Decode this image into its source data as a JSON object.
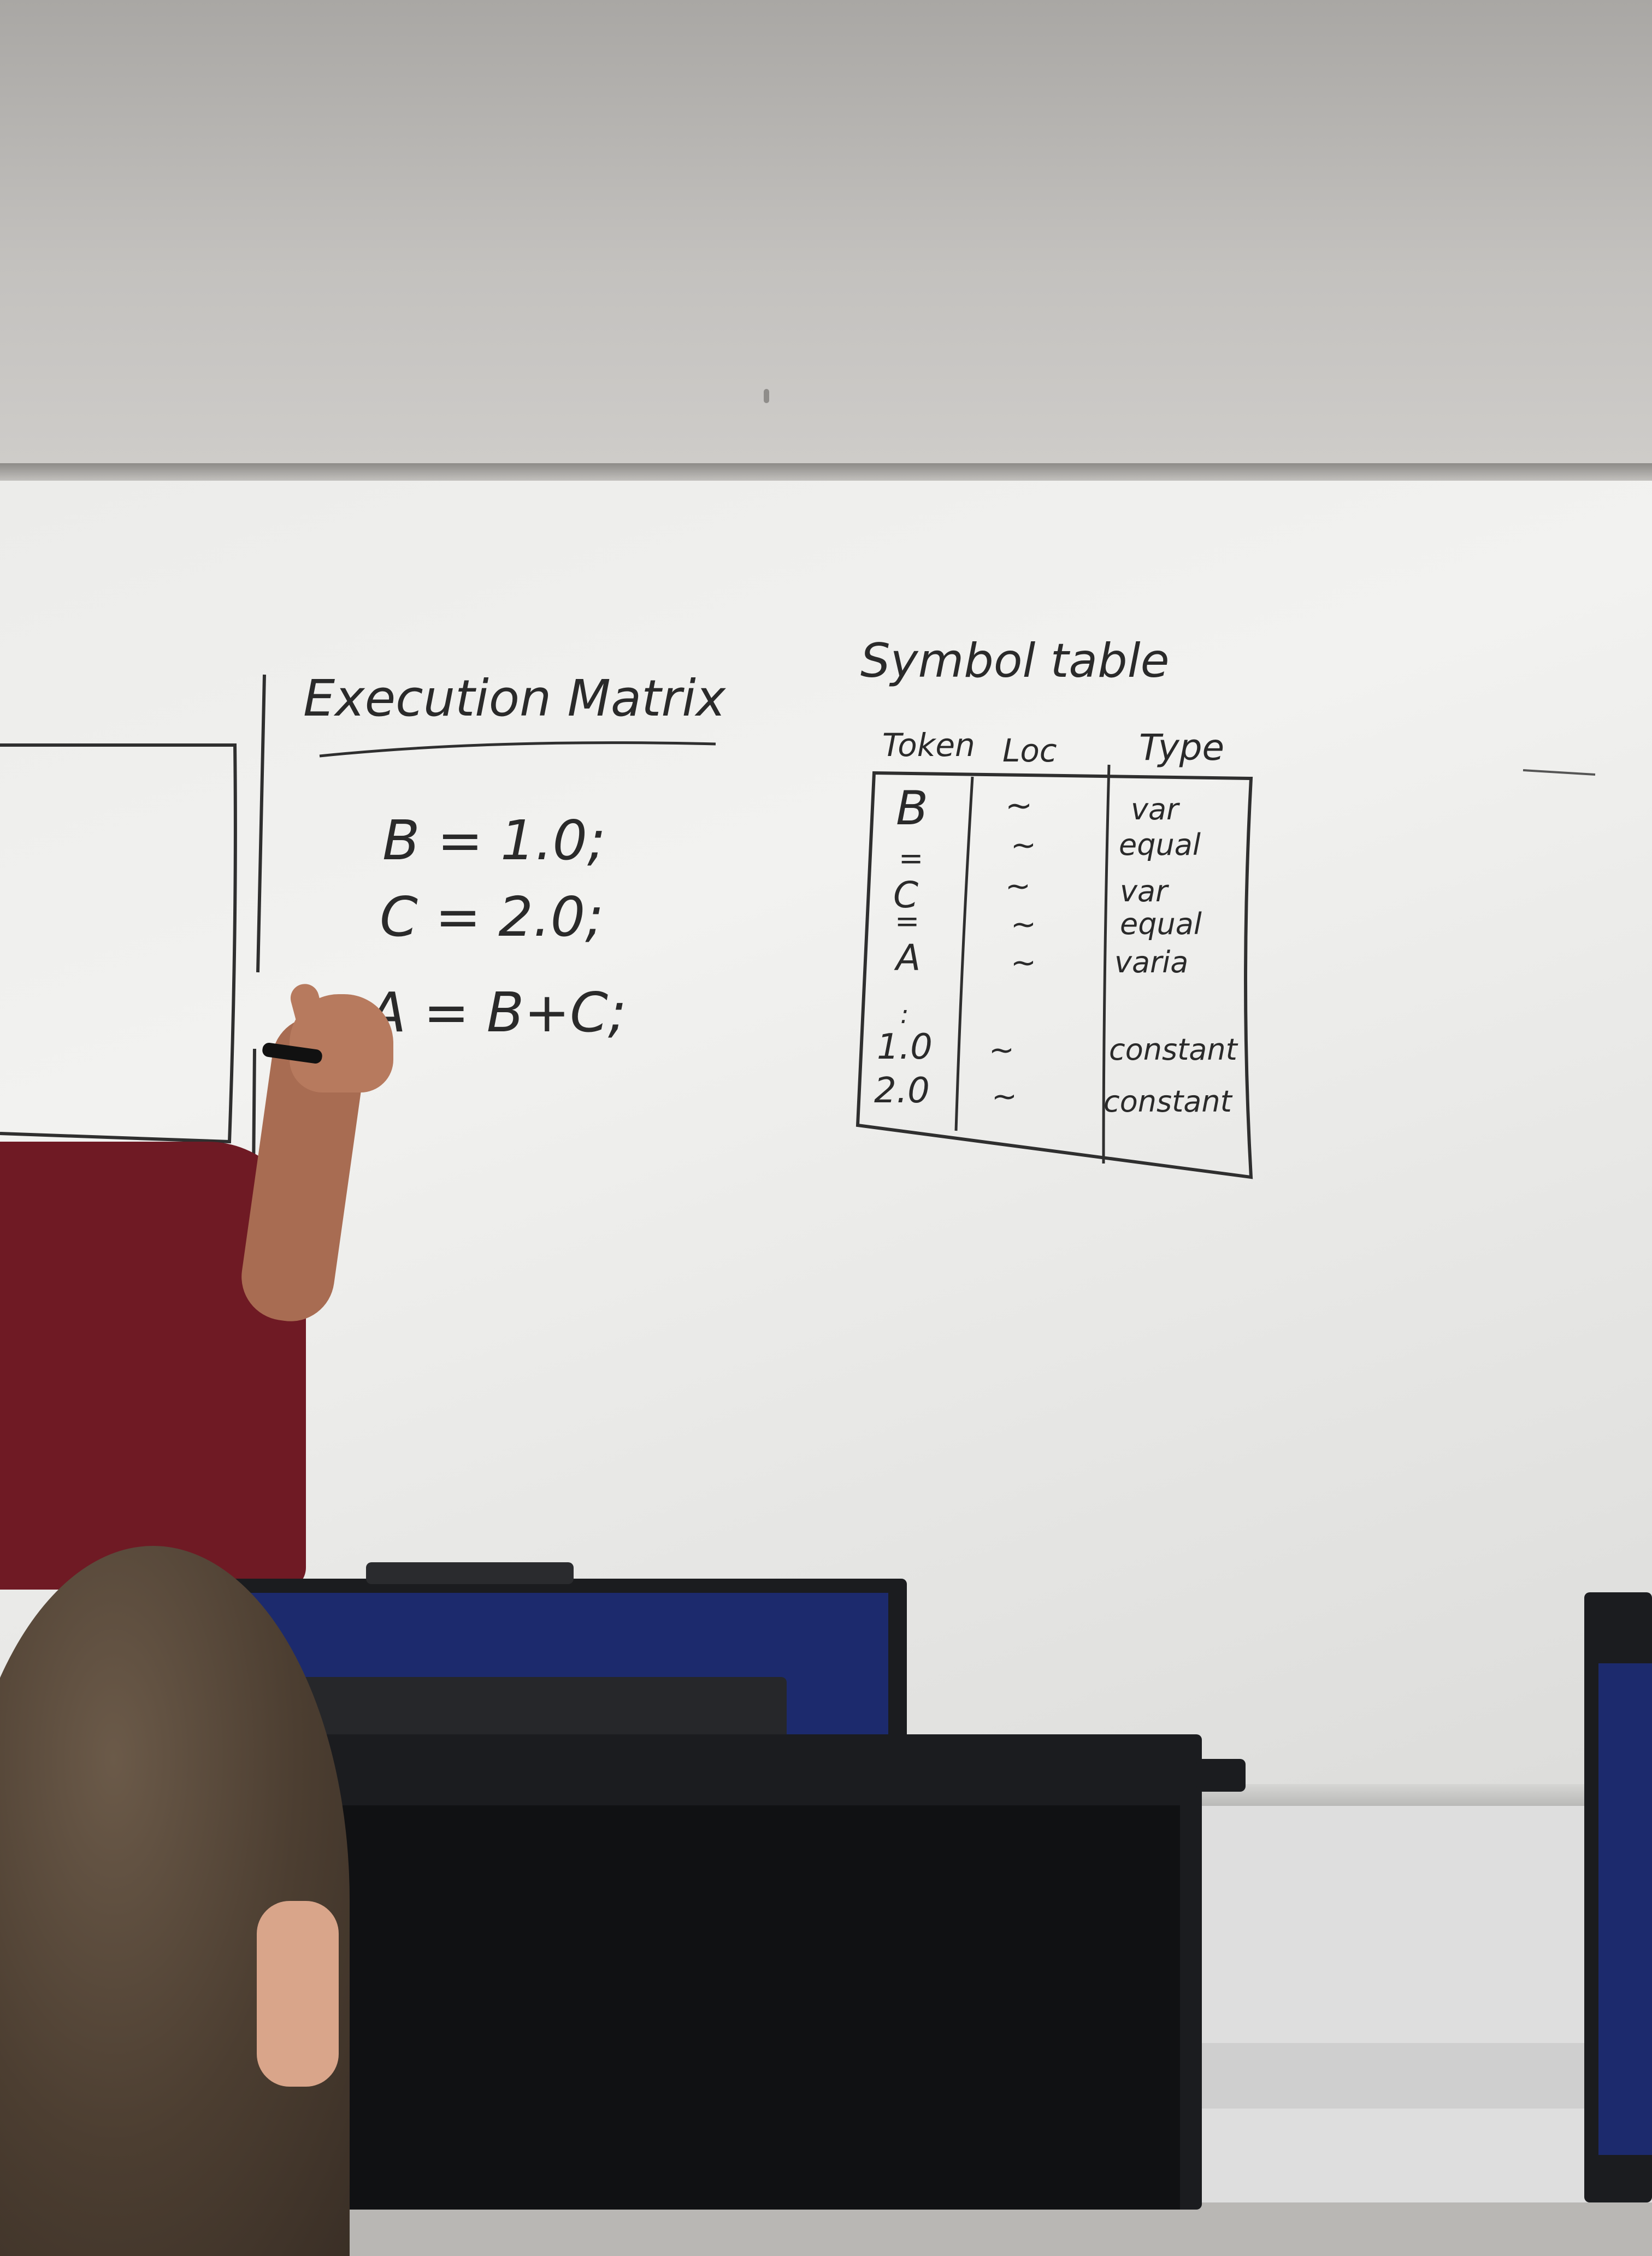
{
  "whiteboard": {
    "execution_matrix": {
      "heading": "Execution Matrix",
      "lines": [
        "B = 1.0;",
        "C = 2.0;",
        "A = B+C;"
      ]
    },
    "symbol_table": {
      "heading": "Symbol table",
      "columns": [
        "Token",
        "Loc",
        "Type"
      ],
      "rows": [
        {
          "token": "B",
          "loc": "~",
          "type": "var"
        },
        {
          "token": "=",
          "loc": "~",
          "type": "equal"
        },
        {
          "token": "C",
          "loc": "~",
          "type": "var"
        },
        {
          "token": "=",
          "loc": "~",
          "type": "equal"
        },
        {
          "token": "A",
          "loc": "~",
          "type": "varia"
        },
        {
          "token": ":",
          "loc": "",
          "type": ""
        },
        {
          "token": "1.0",
          "loc": "~",
          "type": "constant"
        },
        {
          "token": "2.0",
          "loc": "~",
          "type": "constant"
        }
      ]
    }
  },
  "colors": {
    "wall": "#c3c1be",
    "whiteboard": "#ececea",
    "ink": "#2a2a2a",
    "shirt": "#6f1a24",
    "monitor_screen": "#1c2a6d"
  }
}
